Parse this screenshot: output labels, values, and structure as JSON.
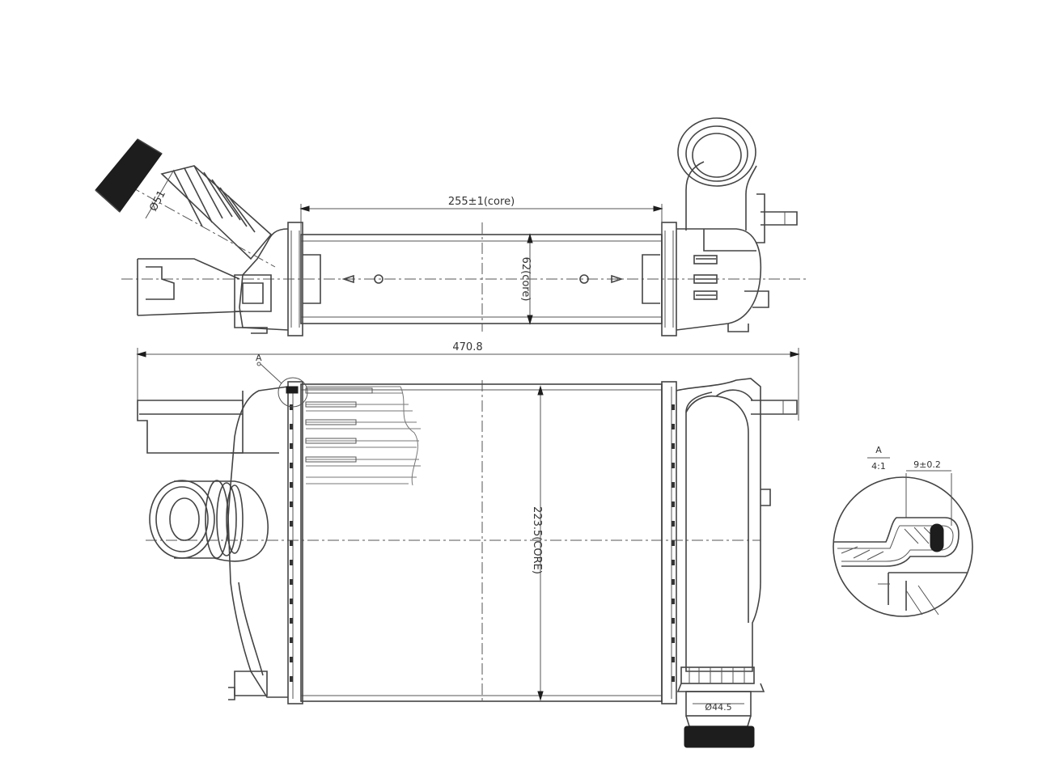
{
  "dimensions": {
    "core_width": "255±1(core)",
    "core_depth": "62(core)",
    "overall_length": "470.8",
    "core_height": "223.5(CORE)",
    "inlet_diameter": "Ø51",
    "outlet_diameter": "Ø44.5",
    "detail_callout": "A",
    "detail_label": "A",
    "detail_scale": "4:1",
    "seal_dimension": "9±0.2"
  },
  "colors": {
    "line": "#444444",
    "background": "#ffffff",
    "solid_fill": "#1d1d1d"
  }
}
